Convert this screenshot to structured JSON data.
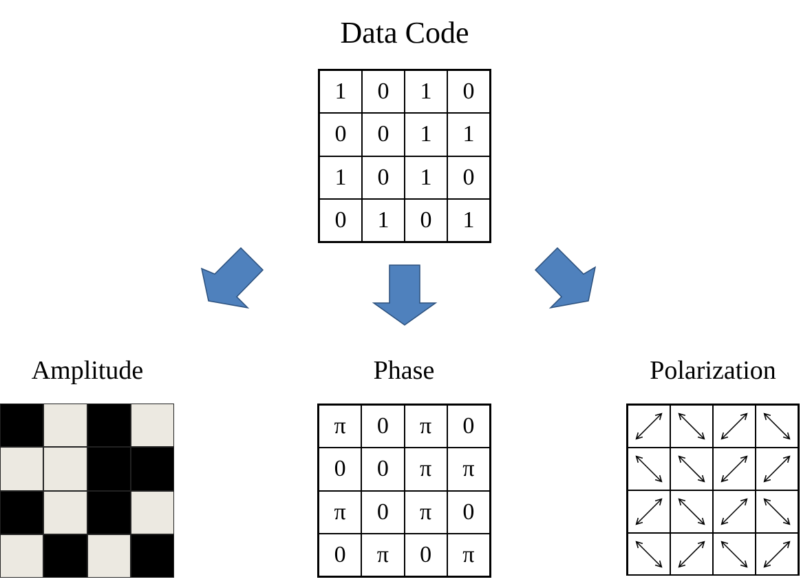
{
  "data_code": {
    "title": "Data Code",
    "grid": [
      [
        "1",
        "0",
        "1",
        "0"
      ],
      [
        "0",
        "0",
        "1",
        "1"
      ],
      [
        "1",
        "0",
        "1",
        "0"
      ],
      [
        "0",
        "1",
        "0",
        "1"
      ]
    ]
  },
  "amplitude": {
    "title": "Amplitude",
    "grid": [
      [
        1,
        0,
        1,
        0
      ],
      [
        0,
        0,
        1,
        1
      ],
      [
        1,
        0,
        1,
        0
      ],
      [
        0,
        1,
        0,
        1
      ]
    ],
    "colors": {
      "dark": "#000000",
      "light": "#ece9e1"
    }
  },
  "phase": {
    "title": "Phase",
    "grid": [
      [
        "π",
        "0",
        "π",
        "0"
      ],
      [
        "0",
        "0",
        "π",
        "π"
      ],
      [
        "π",
        "0",
        "π",
        "0"
      ],
      [
        "0",
        "π",
        "0",
        "π"
      ]
    ]
  },
  "polarization": {
    "title": "Polarization",
    "grid": [
      [
        "diagonal-up-arrow",
        "diagonal-down-arrow",
        "diagonal-up-arrow",
        "diagonal-down-arrow"
      ],
      [
        "diagonal-down-arrow",
        "diagonal-down-arrow",
        "diagonal-up-arrow",
        "diagonal-up-arrow"
      ],
      [
        "diagonal-up-arrow",
        "diagonal-down-arrow",
        "diagonal-up-arrow",
        "diagonal-down-arrow"
      ],
      [
        "diagonal-down-arrow",
        "diagonal-up-arrow",
        "diagonal-down-arrow",
        "diagonal-up-arrow"
      ]
    ]
  },
  "colors": {
    "arrow_fill": "#4f81bd",
    "arrow_stroke": "#2a4f7c"
  }
}
